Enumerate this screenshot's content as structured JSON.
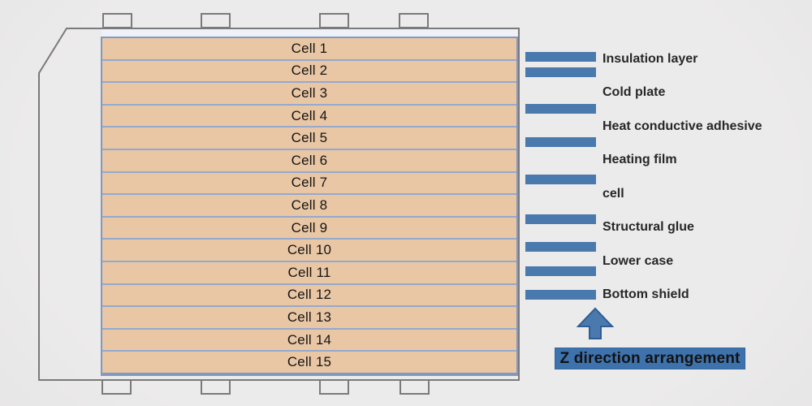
{
  "diagram": {
    "cells": [
      "Cell 1",
      "Cell 2",
      "Cell 3",
      "Cell 4",
      "Cell 5",
      "Cell 6",
      "Cell 7",
      "Cell 8",
      "Cell 9",
      "Cell 10",
      "Cell 11",
      "Cell 12",
      "Cell 13",
      "Cell 14",
      "Cell 15"
    ],
    "cell_count": 15,
    "top_tab_count": 4,
    "bottom_tab_count": 4
  },
  "legend": {
    "labels": [
      "Insulation layer",
      "Cold plate",
      "Heat conductive adhesive",
      "Heating film",
      "cell",
      "Structural glue",
      "Lower case",
      "Bottom shield"
    ],
    "bar_count": 9
  },
  "annotation": {
    "arrow_icon": "arrow-up-icon",
    "banner_label": "Z direction arrangement"
  },
  "colors": {
    "accent_blue": "#4a79ae",
    "banner_blue": "#3e72ad",
    "cell_fill": "#e9c7a5",
    "cell_border": "#8099c2",
    "cell_separator": "#94a9cc",
    "top_strip": "#eef1f7",
    "outline_gray": "#7a7a7a"
  }
}
